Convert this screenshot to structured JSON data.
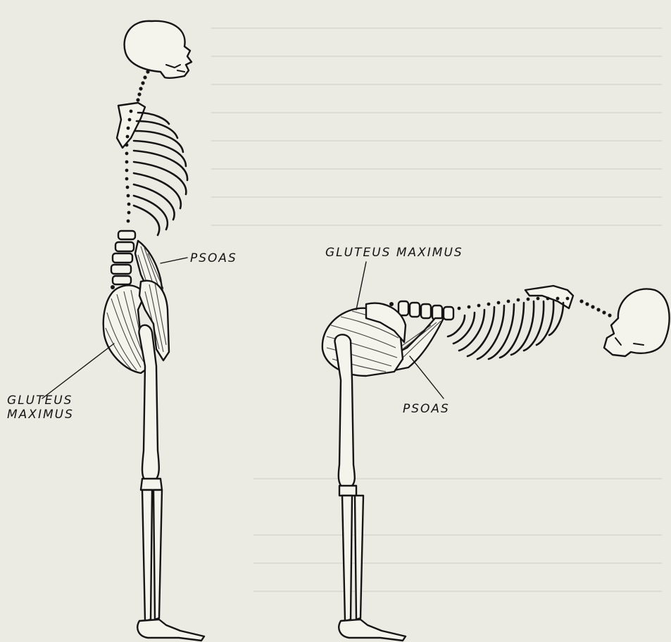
{
  "figure": {
    "background": "#ecebe3",
    "ink_color": "#151515",
    "left_figure": {
      "labels": {
        "psoas": "PSOAS",
        "gluteus_line1": "GLUTEUS",
        "gluteus_line2": "MAXIMUS"
      }
    },
    "right_figure": {
      "labels": {
        "gluteus": "GLUTEUS MAXIMUS",
        "psoas": "PSOAS"
      }
    }
  }
}
